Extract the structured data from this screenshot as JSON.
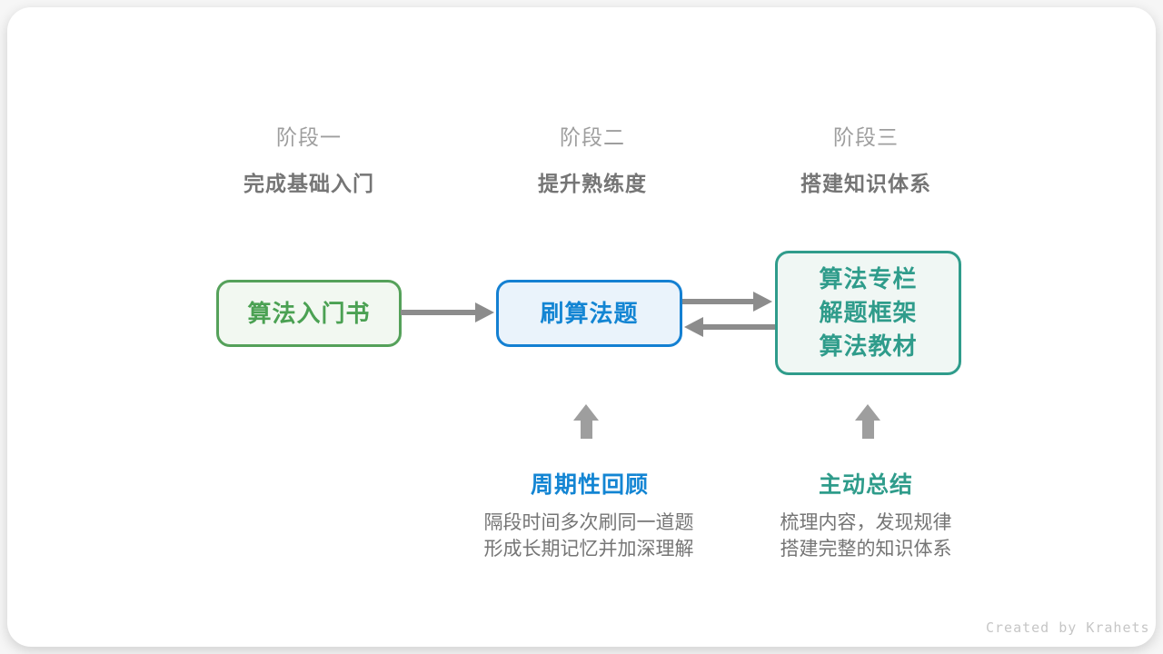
{
  "stages": [
    {
      "label": "阶段一",
      "subtitle": "完成基础入门"
    },
    {
      "label": "阶段二",
      "subtitle": "提升熟练度"
    },
    {
      "label": "阶段三",
      "subtitle": "搭建知识体系"
    }
  ],
  "nodes": [
    {
      "name": "intro-book",
      "label": "算法入门书",
      "border_color": "#55A15A",
      "text_color": "#4BA153",
      "fill_color": "#F2F8F1"
    },
    {
      "name": "practice-problems",
      "label": "刷算法题",
      "border_color": "#1480D2",
      "text_color": "#1385D3",
      "fill_color": "#EAF3FB"
    },
    {
      "name": "knowledge-resources",
      "lines": [
        "算法专栏",
        "解题框架",
        "算法教材"
      ],
      "border_color": "#2F9C8B",
      "text_color": "#2F9C8B",
      "fill_color": "#F0F7F4"
    }
  ],
  "methods": [
    {
      "title": "周期性回顾",
      "title_color": "#1385D3",
      "desc_lines": [
        "隔段时间多次刷同一道题",
        "形成长期记忆并加深理解"
      ]
    },
    {
      "title": "主动总结",
      "title_color": "#2F9C8B",
      "desc_lines": [
        "梳理内容，发现规律",
        "搭建完整的知识体系"
      ]
    }
  ],
  "colors": {
    "horizontal_arrow": "#8C8C8C",
    "up_arrow": "#9E9E9E",
    "stage_title_text": "#9E9E9E",
    "stage_subtitle_text": "#757575",
    "desc_text": "#757575",
    "credit_text": "#C6C6C6"
  },
  "credit": "Created by Krahets"
}
